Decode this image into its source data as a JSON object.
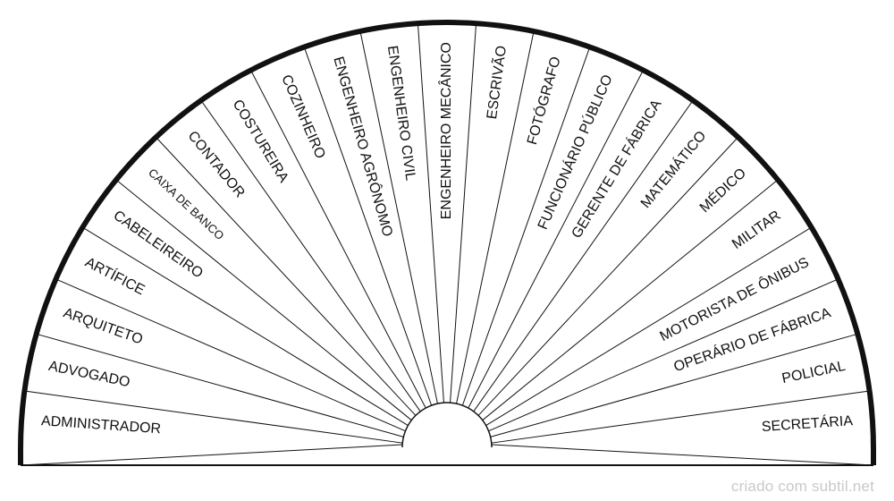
{
  "diagram": {
    "type": "semicircle-pendulum-chart",
    "labels": [
      "ADMINISTRADOR",
      "ADVOGADO",
      "ARQUITETO",
      "ARTÍFICE",
      "CABELEIREIRO",
      "CAIXA DE BANCO",
      "CONTADOR",
      "COSTUREIRA",
      "COZINHEIRO",
      "ENGENHEIRO AGRÔNOMO",
      "ENGENHEIRO CIVIL",
      "ENGENHEIRO MECÂNICO",
      "ESCRIVÃO",
      "FOTÓGRAFO",
      "FUNCIONÁRIO PÚBLICO",
      "GERENTE DE FÁBRICA",
      "MATEMÁTICO",
      "MÉDICO",
      "MILITAR",
      "MOTORISTA DE ÔNIBUS",
      "OPERÁRIO DE FÁBRICA",
      "POLICIAL",
      "SECRETÁRIA"
    ],
    "colors": {
      "line": "#111111",
      "text": "#111111",
      "background": "#ffffff"
    }
  },
  "footer": {
    "watermark": "criado com subtil.net",
    "watermark_color": "#c9c9c9"
  }
}
